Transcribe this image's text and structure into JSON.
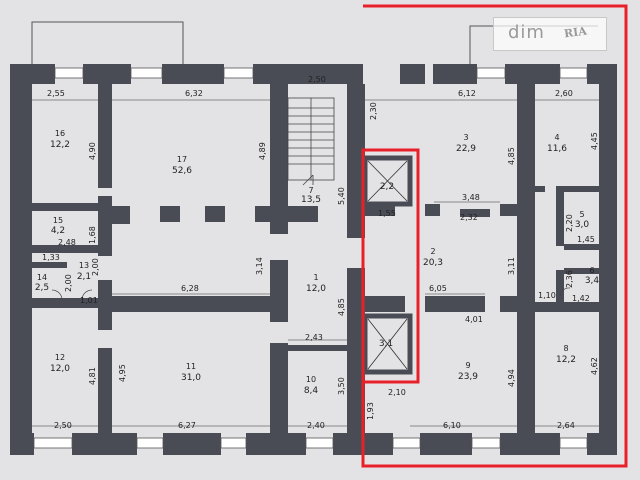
{
  "watermark": {
    "brand": "dim",
    "logo": "RIA"
  },
  "colors": {
    "wall": "#4a4c55",
    "wall_dark": "#3a3b42",
    "window": "#ffffff",
    "highlight": "#e8202a",
    "bg": "#e3e3e5"
  },
  "dimensions": {
    "d_255": "2,55",
    "d_632": "6,32",
    "d_250a": "2,50",
    "d_612": "6,12",
    "d_260": "2,60",
    "d_230": "2,30",
    "d_490": "4,90",
    "d_489": "4,89",
    "d_485a": "4,85",
    "d_445": "4,45",
    "d_540": "5,40",
    "d_348": "3,48",
    "d_155": "1,55",
    "d_232": "2,32",
    "d_168": "1,68",
    "d_248": "2,48",
    "d_133": "1,33",
    "d_314": "3,14",
    "d_311": "3,11",
    "d_220": "2,20",
    "d_145": "1,45",
    "d_236": "2,36",
    "d_200a": "2,00",
    "d_200b": "2,00",
    "d_101": "1,01",
    "d_628": "6,28",
    "d_605": "6,05",
    "d_110": "1,10",
    "d_142": "1,42",
    "d_401": "4,01",
    "d_485b": "4,85",
    "d_243": "2,43",
    "d_481": "4,81",
    "d_495": "4,95",
    "d_350": "3,50",
    "d_210": "2,10",
    "d_494": "4,94",
    "d_462": "4,62",
    "d_193": "1,93",
    "d_250b": "2,50",
    "d_627": "6,27",
    "d_240": "2,40",
    "d_610": "6,10",
    "d_264": "2,64"
  },
  "rooms": {
    "r1": {
      "num": "1",
      "area": "12,0"
    },
    "r2": {
      "num": "2",
      "area": "20,3"
    },
    "r3": {
      "num": "3",
      "area": "22,9"
    },
    "r4": {
      "num": "4",
      "area": "11,6"
    },
    "r5": {
      "num": "5",
      "area": "3,0"
    },
    "r6": {
      "num": "6",
      "area": "3,4"
    },
    "r7": {
      "num": "7",
      "area": "13,5"
    },
    "r8": {
      "num": "8",
      "area": "12,2"
    },
    "r9": {
      "num": "9",
      "area": "23,9"
    },
    "r10": {
      "num": "10",
      "area": "8,4"
    },
    "r11": {
      "num": "11",
      "area": "31,0"
    },
    "r12": {
      "num": "12",
      "area": "12,0"
    },
    "r13": {
      "num": "13",
      "area": "2,1"
    },
    "r14": {
      "num": "14",
      "area": "2,5"
    },
    "r15": {
      "num": "15",
      "area": "4,2"
    },
    "r16": {
      "num": "16",
      "area": "12,2"
    },
    "r17": {
      "num": "17",
      "area": "52,6"
    },
    "elev1": {
      "area": "2,2"
    },
    "elev2": {
      "area": "3,1"
    }
  }
}
